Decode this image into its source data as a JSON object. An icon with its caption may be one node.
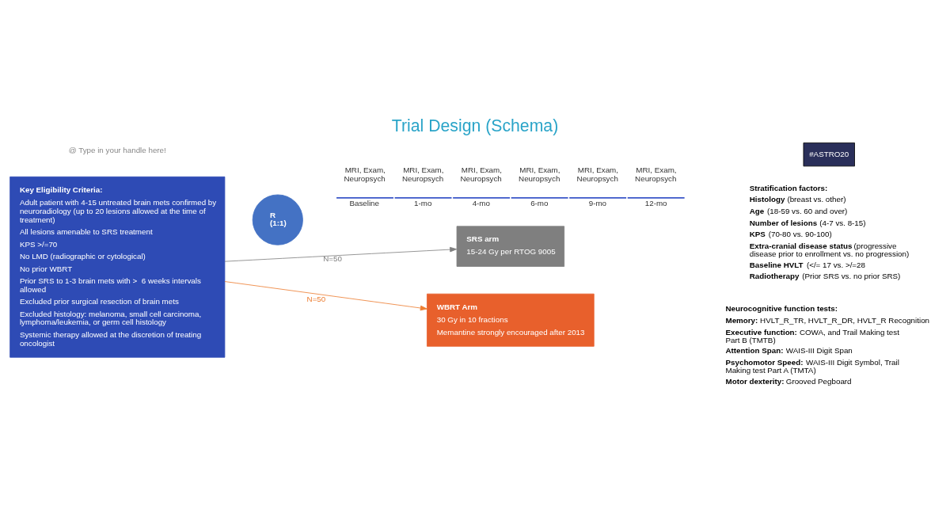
{
  "diagram": {
    "title": "Trial Design (Schema)",
    "nodes": [
      {
        "text": [
          "Key Eligibility Criteria:",
          "Adult patient with 4-15 untreated brain mets confirmed by neuroradiology (up to 20 lesions allowed at the time of treatment)",
          "All lesions amenable to SRS treatment",
          "KPS >/=70",
          "No LMD (radiographic or cytological)",
          "No prior WBRT",
          "Prior SRS to 1-3 brain mets with >  6 weeks intervals allowed",
          "Excluded prior surgical resection of brain mets",
          "Excluded histology: melanoma, small cell carcinoma, lymphoma/leukemia, or germ cell histology",
          "Systemic therapy allowed at the discretion of treating oncologist"
        ]
      },
      {
        "text": [
          "R (1:1)"
        ]
      },
      {
        "text": [
          "SRS arm",
          "15-24 Gy per RTOG 9005"
        ]
      },
      {
        "text": [
          "WBRT Arm",
          "30 Gy in 10 fractions",
          "Memantine strongly encouraged after 2013"
        ]
      }
    ],
    "edges": [
      {
        "from": 0,
        "to": 2,
        "arrow": "to",
        "label": "N=50",
        "color": "#7f7f7f"
      },
      {
        "from": 0,
        "to": 3,
        "arrow": "to",
        "label": "N=50",
        "color": "#ed7d31"
      }
    ],
    "labels": [
      "Stratification factors:",
      "**Histology** (breast vs. other)",
      "**Age** (18-59 vs. 60 and over)",
      "**Number of lesions** (4-7 vs. 8-15)",
      "**KPS** (70-80 vs. 90-100)",
      "**Extra-cranial disease status** (progressive disease prior to enrollment vs. no progression)",
      "**Baseline HVLT** (</= 17 vs. >/=28",
      "**Radiotherapy** (Prior SRS vs. no prior SRS)",
      "Neurocognitive function tests:",
      "**Memory:** HVLT_R_TR, HVLT_R_DR, HVLT_R Recognition",
      "**Executive function:** COWA, and Trail Making test Part B (TMTB)",
      "**Attention Span:** WAIS-III Digit Span",
      "**Psychomotor Speed:** WAIS-III Digit Symbol, Trail Making test Part A (TMTA)",
      "**Motor dexterity:** Grooved Pegboard",
      "MRI, Exam, Neuropsych",
      "MRI, Exam, Neuropsych",
      "MRI, Exam, Neuropsych",
      "MRI, Exam, Neuropsych",
      "MRI, Exam, Neuropsych",
      "MRI, Exam, Neuropsych",
      "Baseline",
      "1-mo",
      "4-mo",
      "6-mo",
      "9-mo",
      "12-mo",
      "@ Type in your handle here!",
      "#ASTRO20"
    ]
  }
}
